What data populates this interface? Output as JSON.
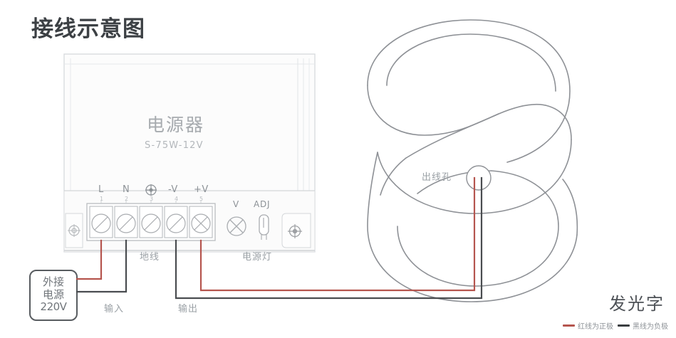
{
  "page": {
    "title": "接线示意图",
    "background_color": "#ffffff"
  },
  "power_supply": {
    "name": "电源器",
    "model": "S-75W-12V",
    "case_color": "#fbfbfb",
    "outline_color": "#d6d9dc",
    "terminals": [
      {
        "number": "1",
        "label": "L",
        "screw": "slot",
        "wire": "red"
      },
      {
        "number": "2",
        "label": "N",
        "screw": "slot",
        "wire": "black"
      },
      {
        "number": "3",
        "label": "⏚",
        "screw": "slot",
        "wire": "none"
      },
      {
        "number": "4",
        "label": "-V",
        "screw": "slot",
        "wire": "black"
      },
      {
        "number": "5",
        "label": "+V",
        "screw": "cross",
        "wire": "red"
      }
    ],
    "indicators": [
      {
        "label": "V",
        "type": "lamp"
      },
      {
        "label": "ADJ",
        "type": "potentiometer"
      }
    ],
    "annotations": [
      {
        "text": "地线",
        "meaning": "ground-wire"
      },
      {
        "text": "电源灯",
        "meaning": "power-indicator-lamp"
      },
      {
        "text": "输入",
        "meaning": "input"
      },
      {
        "text": "输出",
        "meaning": "output"
      }
    ]
  },
  "external_power": {
    "line1": "外接",
    "line2": "电源",
    "line3": "220V"
  },
  "led_sign": {
    "title": "发光字",
    "outlet_label": "出线孔",
    "outline_color": "#8e9196"
  },
  "legend": {
    "items": [
      {
        "color": "#b5554e",
        "text": "红线为正极"
      },
      {
        "color": "#3a3d40",
        "text": "黑线为负极"
      }
    ]
  },
  "wire_colors": {
    "red": "#b5554e",
    "black": "#4a4d50"
  }
}
